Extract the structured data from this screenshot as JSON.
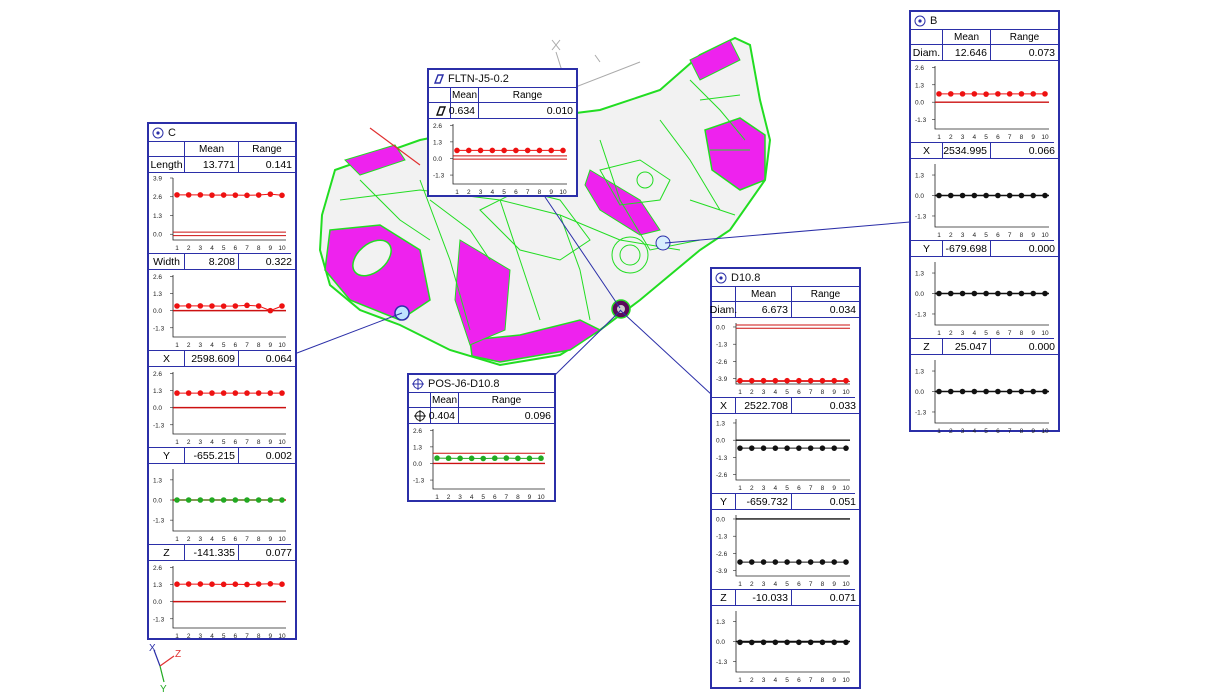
{
  "colors": {
    "frame": "#2b2fa8",
    "red_point": "#ee1111",
    "green_point": "#22aa22",
    "black_point": "#111111",
    "nominal_line": "#cc1111",
    "mesh_green": "#22dd22",
    "mesh_magenta": "#ee22ee"
  },
  "panels": {
    "C": {
      "title": "C",
      "icon": "circle-feature-icon",
      "header": {
        "mean": "Mean",
        "range": "Range"
      },
      "rows": [
        {
          "label": "Length",
          "mean": "13.771",
          "range": "0.141",
          "chart": {
            "ticks": [
              "3.9",
              "2.6",
              "1.3",
              "0.0"
            ],
            "min": -0.4,
            "max": 3.9,
            "points": [
              2.73,
              2.73,
              2.73,
              2.71,
              2.72,
              2.71,
              2.7,
              2.72,
              2.78,
              2.7
            ],
            "color": "red",
            "ref": [
              0.15,
              -0.1
            ]
          }
        },
        {
          "label": "Width",
          "mean": "8.208",
          "range": "0.322",
          "chart": {
            "ticks": [
              "2.6",
              "1.3",
              "0.0",
              "-1.3"
            ],
            "min": -2.0,
            "max": 2.7,
            "points": [
              0.35,
              0.36,
              0.36,
              0.35,
              0.34,
              0.35,
              0.4,
              0.35,
              0.0,
              0.35
            ],
            "color": "red",
            "ref": [
              0.0
            ]
          }
        },
        {
          "label": "X",
          "mean": "2598.609",
          "range": "0.064",
          "chart": {
            "ticks": [
              "2.6",
              "1.3",
              "0.0",
              "-1.3"
            ],
            "min": -2.0,
            "max": 2.7,
            "points": [
              1.1,
              1.1,
              1.1,
              1.1,
              1.1,
              1.1,
              1.1,
              1.1,
              1.1,
              1.1
            ],
            "color": "red",
            "ref": [
              0.0
            ]
          }
        },
        {
          "label": "Y",
          "mean": "-655.215",
          "range": "0.002",
          "chart": {
            "ticks": [
              "1.3",
              "0.0",
              "-1.3"
            ],
            "min": -2.0,
            "max": 2.0,
            "points": [
              0,
              0,
              0,
              0,
              0,
              0,
              0,
              0,
              0,
              0
            ],
            "color": "green",
            "ref": [
              0.0
            ]
          }
        },
        {
          "label": "Z",
          "mean": "-141.335",
          "range": "0.077",
          "chart": {
            "ticks": [
              "2.6",
              "1.3",
              "0.0",
              "-1.3"
            ],
            "min": -2.0,
            "max": 2.7,
            "points": [
              1.32,
              1.33,
              1.33,
              1.32,
              1.31,
              1.32,
              1.3,
              1.33,
              1.35,
              1.32
            ],
            "color": "red",
            "ref": [
              0.0
            ]
          }
        }
      ]
    },
    "FLTN": {
      "title": "FLTN-J5-0.2",
      "icon": "flatness-icon",
      "sym": "flatness-symbol-icon",
      "header": {
        "mean": "Mean",
        "range": "Range"
      },
      "rows": [
        {
          "mean": "0.634",
          "range": "0.010",
          "chart": {
            "ticks": [
              "2.6",
              "1.3",
              "0.0",
              "-1.3"
            ],
            "min": -2.0,
            "max": 2.7,
            "points": [
              0.63,
              0.63,
              0.63,
              0.63,
              0.63,
              0.63,
              0.63,
              0.63,
              0.63,
              0.63
            ],
            "color": "red",
            "ref": [
              0.2,
              -0.05
            ]
          }
        }
      ]
    },
    "POS": {
      "title": "POS-J6-D10.8",
      "icon": "position-icon",
      "sym": "position-symbol-icon",
      "header": {
        "mean": "Mean",
        "range": "Range"
      },
      "rows": [
        {
          "mean": "0.404",
          "range": "0.096",
          "chart": {
            "ticks": [
              "2.6",
              "1.3",
              "0.0",
              "-1.3"
            ],
            "min": -2.0,
            "max": 2.7,
            "points": [
              0.42,
              0.41,
              0.4,
              0.4,
              0.39,
              0.41,
              0.42,
              0.4,
              0.4,
              0.41
            ],
            "color": "green",
            "ref": [
              0.8,
              0.0
            ]
          }
        }
      ]
    },
    "D108": {
      "title": "D10.8",
      "icon": "circle-feature-icon",
      "header": {
        "mean": "Mean",
        "range": "Range"
      },
      "rows": [
        {
          "label": "Diam.",
          "mean": "6.673",
          "range": "0.034",
          "chart": {
            "ticks": [
              "0.0",
              "-1.3",
              "-2.6",
              "-3.9"
            ],
            "min": -4.3,
            "max": 0.3,
            "points": [
              -4.05,
              -4.05,
              -4.05,
              -4.05,
              -4.05,
              -4.05,
              -4.05,
              -4.05,
              -4.05,
              -4.05
            ],
            "color": "red",
            "ref": [
              0.15,
              -0.1,
              -4.1
            ]
          }
        },
        {
          "label": "X",
          "mean": "2522.708",
          "range": "0.033",
          "chart": {
            "ticks": [
              "1.3",
              "0.0",
              "-1.3",
              "-2.6"
            ],
            "min": -3.0,
            "max": 1.6,
            "points": [
              -0.6,
              -0.6,
              -0.6,
              -0.6,
              -0.6,
              -0.6,
              -0.6,
              -0.6,
              -0.6,
              -0.6
            ],
            "color": "black",
            "ref": [
              0.0
            ]
          }
        },
        {
          "label": "Y",
          "mean": "-659.732",
          "range": "0.051",
          "chart": {
            "ticks": [
              "0.0",
              "-1.3",
              "-2.6",
              "-3.9"
            ],
            "min": -4.3,
            "max": 0.3,
            "points": [
              -3.25,
              -3.25,
              -3.25,
              -3.25,
              -3.25,
              -3.25,
              -3.25,
              -3.25,
              -3.25,
              -3.25
            ],
            "color": "black",
            "ref": [
              0.0
            ]
          }
        },
        {
          "label": "Z",
          "mean": "-10.033",
          "range": "0.071",
          "chart": {
            "ticks": [
              "1.3",
              "0.0",
              "-1.3"
            ],
            "min": -2.0,
            "max": 2.0,
            "points": [
              -0.05,
              -0.06,
              -0.05,
              -0.05,
              -0.05,
              -0.05,
              -0.05,
              -0.05,
              -0.05,
              -0.05
            ],
            "color": "black",
            "ref": [
              0.0
            ]
          }
        }
      ]
    },
    "B": {
      "title": "B",
      "icon": "circle-feature-icon",
      "header": {
        "mean": "Mean",
        "range": "Range"
      },
      "rows": [
        {
          "label": "Diam.",
          "mean": "12.646",
          "range": "0.073",
          "chart": {
            "ticks": [
              "2.6",
              "1.3",
              "0.0",
              "-1.3"
            ],
            "min": -2.0,
            "max": 2.7,
            "points": [
              0.62,
              0.62,
              0.62,
              0.62,
              0.6,
              0.62,
              0.62,
              0.62,
              0.62,
              0.62
            ],
            "color": "red",
            "ref": [
              0.0
            ]
          }
        },
        {
          "label": "X",
          "mean": "2534.995",
          "range": "0.066",
          "chart": {
            "ticks": [
              "1.3",
              "0.0",
              "-1.3"
            ],
            "min": -2.0,
            "max": 2.0,
            "points": [
              0,
              0,
              0,
              0,
              0,
              0,
              0,
              0,
              0,
              0
            ],
            "color": "black",
            "ref": [
              0.0
            ]
          }
        },
        {
          "label": "Y",
          "mean": "-679.698",
          "range": "0.000",
          "chart": {
            "ticks": [
              "1.3",
              "0.0",
              "-1.3"
            ],
            "min": -2.0,
            "max": 2.0,
            "points": [
              0,
              0,
              0,
              0,
              0,
              0,
              0,
              0,
              0,
              0
            ],
            "color": "black",
            "ref": [
              0.0
            ]
          }
        },
        {
          "label": "Z",
          "mean": "25.047",
          "range": "0.000",
          "chart": {
            "ticks": [
              "1.3",
              "0.0",
              "-1.3"
            ],
            "min": -2.0,
            "max": 2.0,
            "points": [
              0,
              0,
              0,
              0,
              0,
              0,
              0,
              0,
              0,
              0
            ],
            "color": "black",
            "ref": [
              0.0
            ]
          }
        }
      ]
    }
  },
  "x_ticks": [
    "1",
    "2",
    "3",
    "4",
    "5",
    "6",
    "7",
    "8",
    "9",
    "10"
  ],
  "axis_triad": {
    "x": "X",
    "y": "Y",
    "z": "Z"
  },
  "model_axis_label": "X"
}
